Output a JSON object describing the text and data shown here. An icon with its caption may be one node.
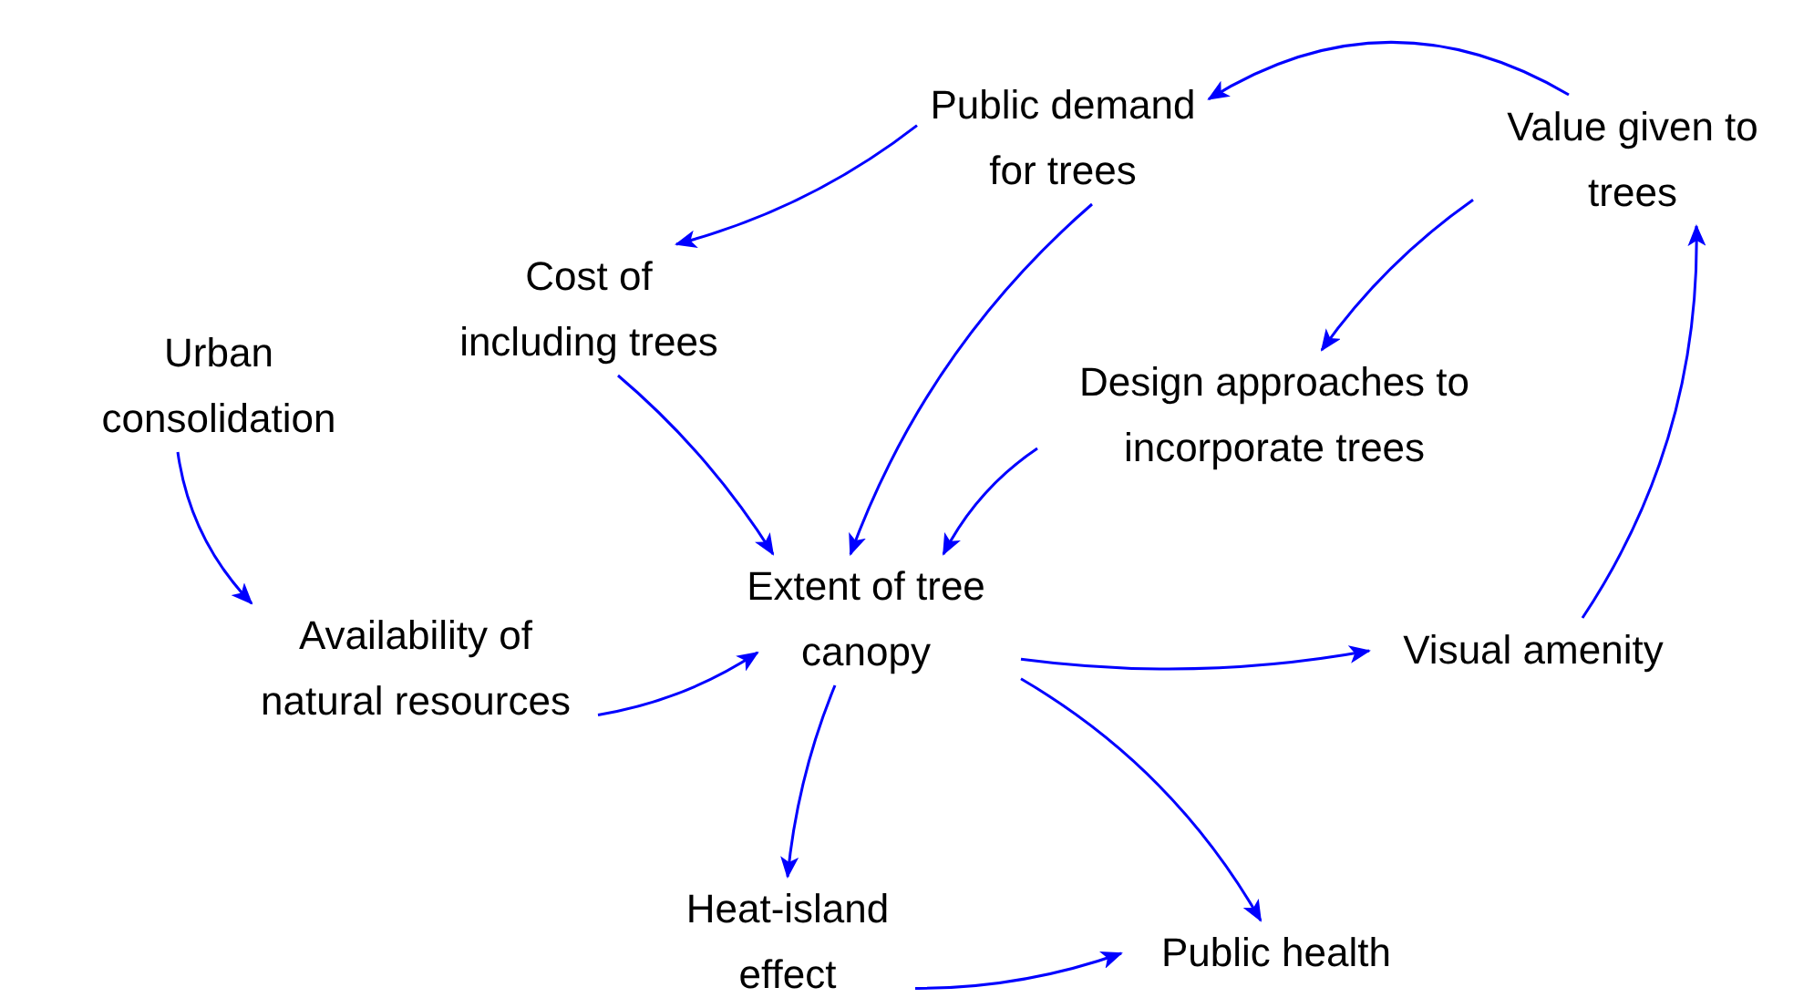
{
  "diagram": {
    "nodes": [
      {
        "text": [
          "Public demand for trees"
        ]
      },
      {
        "text": [
          "Value given to trees"
        ]
      },
      {
        "text": [
          "Cost of including trees"
        ]
      },
      {
        "text": [
          "Urban consolidation"
        ]
      },
      {
        "text": [
          "Design approaches to incorporate trees"
        ]
      },
      {
        "text": [
          "Extent of tree canopy"
        ]
      },
      {
        "text": [
          "Availability of natural resources"
        ]
      },
      {
        "text": [
          "Visual amenity"
        ]
      },
      {
        "text": [
          "Heat-island effect"
        ]
      },
      {
        "text": [
          "Public health"
        ]
      }
    ],
    "edges": [
      {
        "from": 1,
        "to": 0,
        "arrow": "to"
      },
      {
        "from": 0,
        "to": 2,
        "arrow": "to"
      },
      {
        "from": 0,
        "to": 5,
        "arrow": "to"
      },
      {
        "from": 1,
        "to": 4,
        "arrow": "to"
      },
      {
        "from": 2,
        "to": 5,
        "arrow": "to"
      },
      {
        "from": 4,
        "to": 5,
        "arrow": "to"
      },
      {
        "from": 3,
        "to": 6,
        "arrow": "to"
      },
      {
        "from": 6,
        "to": 5,
        "arrow": "to"
      },
      {
        "from": 5,
        "to": 7,
        "arrow": "to"
      },
      {
        "from": 7,
        "to": 1,
        "arrow": "to"
      },
      {
        "from": 5,
        "to": 8,
        "arrow": "to"
      },
      {
        "from": 5,
        "to": 9,
        "arrow": "to"
      },
      {
        "from": 8,
        "to": 9,
        "arrow": "to"
      }
    ]
  }
}
